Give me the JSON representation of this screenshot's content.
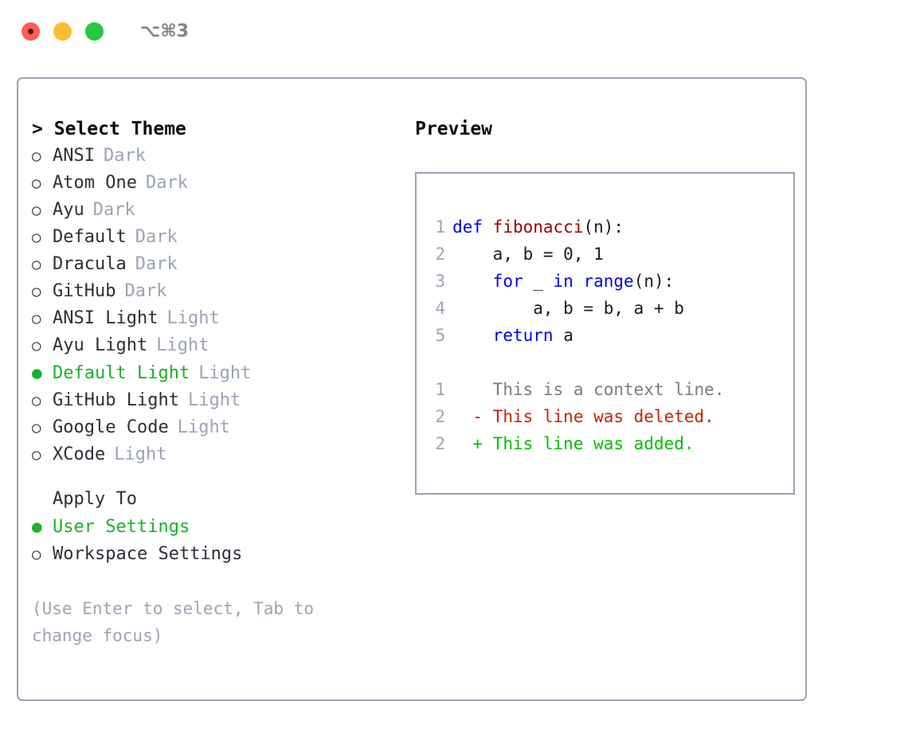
{
  "titlebar": {
    "lights": [
      {
        "name": "close-button",
        "color": "#ff5f57",
        "has_inner_dot": true
      },
      {
        "name": "minimize-button",
        "color": "#febc2e",
        "has_inner_dot": false
      },
      {
        "name": "maximize-button",
        "color": "#28c840",
        "has_inner_dot": false
      }
    ],
    "shortcut": "⌥⌘3"
  },
  "theme_picker": {
    "header_prompt": ">",
    "header": "Select Theme",
    "marker_unselected": "○",
    "marker_selected": "●",
    "options": [
      {
        "marker": "○",
        "label": "ANSI",
        "category": "Dark",
        "selected": false
      },
      {
        "marker": "○",
        "label": "Atom One",
        "category": "Dark",
        "selected": false
      },
      {
        "marker": "○",
        "label": "Ayu",
        "category": "Dark",
        "selected": false
      },
      {
        "marker": "○",
        "label": "Default",
        "category": "Dark",
        "selected": false
      },
      {
        "marker": "○",
        "label": "Dracula",
        "category": "Dark",
        "selected": false
      },
      {
        "marker": "○",
        "label": "GitHub",
        "category": "Dark",
        "selected": false
      },
      {
        "marker": "○",
        "label": "ANSI Light",
        "category": "Light",
        "selected": false
      },
      {
        "marker": "○",
        "label": "Ayu Light",
        "category": "Light",
        "selected": false
      },
      {
        "marker": "●",
        "label": "Default Light",
        "category": "Light",
        "selected": true
      },
      {
        "marker": "○",
        "label": "GitHub Light",
        "category": "Light",
        "selected": false
      },
      {
        "marker": "○",
        "label": "Google Code",
        "category": "Light",
        "selected": false
      },
      {
        "marker": "○",
        "label": "XCode",
        "category": "Light",
        "selected": false
      }
    ]
  },
  "apply_to": {
    "header": "Apply To",
    "options": [
      {
        "marker": "●",
        "label": "User Settings",
        "selected": true
      },
      {
        "marker": "○",
        "label": "Workspace Settings",
        "selected": false
      }
    ]
  },
  "hint": "(Use Enter to select, Tab to change focus)",
  "preview": {
    "title": "Preview",
    "code_lines": [
      {
        "num": "1",
        "indent": "",
        "tokens": [
          {
            "t": "def ",
            "c": "kw"
          },
          {
            "t": "fibonacci",
            "c": "fn"
          },
          {
            "t": "(n):",
            "c": "pl"
          }
        ]
      },
      {
        "num": "2",
        "indent": "    ",
        "tokens": [
          {
            "t": "a, b = 0, 1",
            "c": "pl"
          }
        ]
      },
      {
        "num": "3",
        "indent": "    ",
        "tokens": [
          {
            "t": "for ",
            "c": "kw"
          },
          {
            "t": "_ ",
            "c": "pl"
          },
          {
            "t": "in ",
            "c": "kw"
          },
          {
            "t": "range",
            "c": "kw"
          },
          {
            "t": "(n):",
            "c": "pl"
          }
        ]
      },
      {
        "num": "4",
        "indent": "        ",
        "tokens": [
          {
            "t": "a, b = b, a + b",
            "c": "pl"
          }
        ]
      },
      {
        "num": "5",
        "indent": "    ",
        "tokens": [
          {
            "t": "return ",
            "c": "kw"
          },
          {
            "t": "a",
            "c": "pl"
          }
        ]
      }
    ],
    "diff_lines": [
      {
        "num": "1",
        "sign": " ",
        "text": "This is a context line.",
        "kind": "ctx"
      },
      {
        "num": "2",
        "sign": "-",
        "text": "This line was deleted.",
        "kind": "del"
      },
      {
        "num": "2",
        "sign": "+",
        "text": "This line was added.",
        "kind": "add"
      }
    ]
  },
  "colors": {
    "accent_green": "#15b32a",
    "diff_add_green": "#00bd00",
    "diff_del_red": "#c92200",
    "keyword_blue": "#0000ee",
    "function_red": "#9e0000",
    "muted": "#9aa4b4",
    "border": "#9aa4b4"
  }
}
